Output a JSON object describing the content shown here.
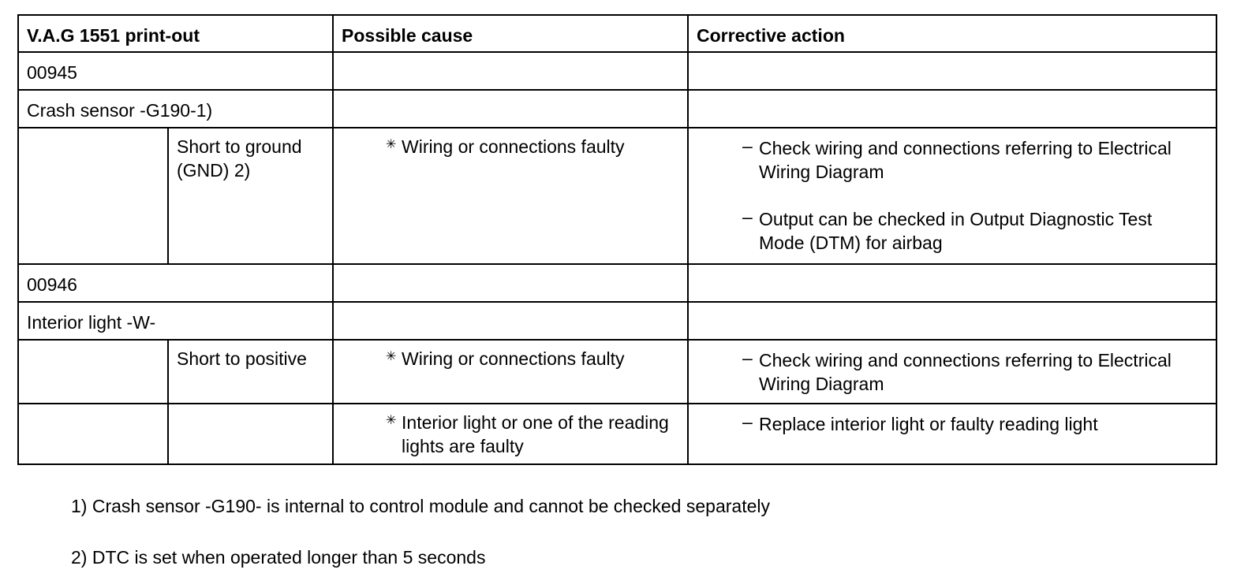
{
  "table": {
    "headers": {
      "printout": "V.A.G 1551 print-out",
      "cause": "Possible cause",
      "action": "Corrective action"
    },
    "groups": [
      {
        "code": "00945",
        "name": "Crash sensor -G190-1)",
        "rows": [
          {
            "condition": "Short to ground (GND) 2)",
            "cause": "Wiring or connections faulty",
            "actions": [
              "Check wiring and connections referring to Electrical Wiring Diagram",
              "Output can be checked in Output Diagnostic Test Mode (DTM) for airbag"
            ]
          }
        ]
      },
      {
        "code": "00946",
        "name": "Interior light -W-",
        "rows": [
          {
            "condition": "Short to positive",
            "cause": "Wiring or connections faulty",
            "actions": [
              "Check wiring and connections referring to Electrical Wiring Diagram"
            ]
          },
          {
            "condition": "",
            "cause": "Interior light or one of the reading lights are faulty",
            "actions": [
              "Replace interior light or faulty reading light"
            ]
          }
        ]
      }
    ],
    "bullet_glyph": "✳",
    "dash_glyph": "–"
  },
  "footnotes": [
    "1) Crash sensor -G190- is internal to control module and cannot be checked separately",
    "2) DTC is set when operated longer than 5 seconds"
  ]
}
